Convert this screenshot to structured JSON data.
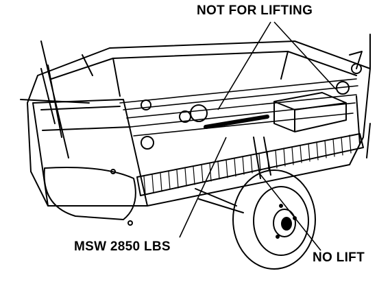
{
  "labels": {
    "not_for_lifting": "NOT FOR LIFTING",
    "msw": "MSW 2850 LBS",
    "no_lift": "NO LIFT"
  },
  "colors": {
    "ink": "#000000",
    "background": "#ffffff"
  },
  "figure": {
    "subject": "trailer-mounted machine line drawing"
  }
}
